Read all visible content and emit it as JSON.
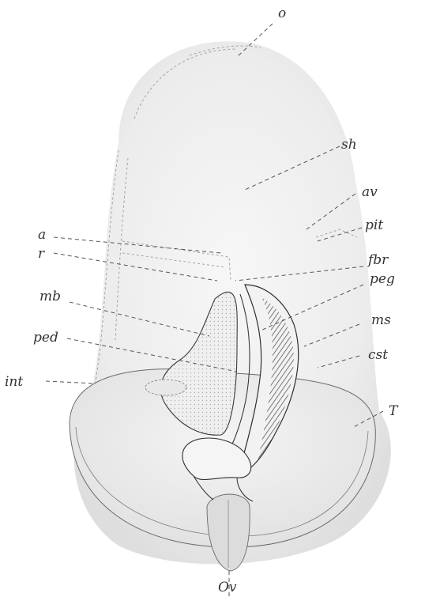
{
  "labels": {
    "o": "o",
    "sh": "sh",
    "av": "av",
    "pit": "pit",
    "fbr": "fbr",
    "peg": "peg",
    "ms": "ms",
    "cst": "cst",
    "t_right": "T",
    "a": "a",
    "r": "r",
    "mb": "mb",
    "ped": "ped",
    "int": "int",
    "ov": "Ov"
  },
  "colors": {
    "paper": "#ffffff",
    "ink": "#3a3a3a",
    "shading": "#e9e9e9"
  }
}
